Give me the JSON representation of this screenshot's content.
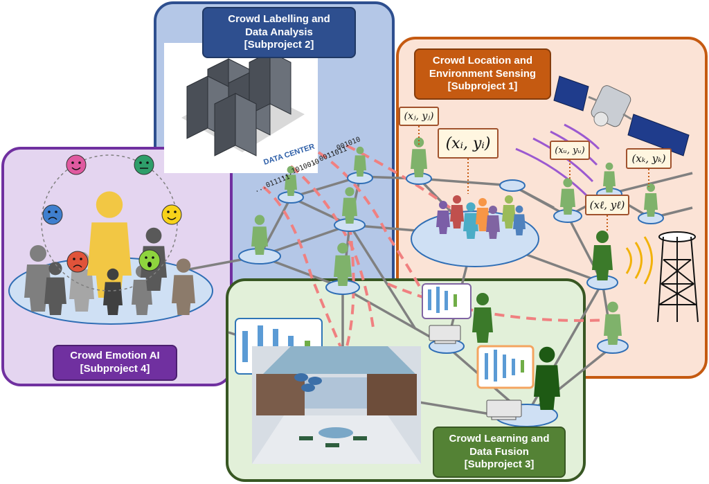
{
  "panels": {
    "subproject2": {
      "title_line1": "Crowd Labelling and",
      "title_line2": "Data Analysis",
      "title_line3": "[Subproject 2]",
      "color": "#2e4f8f",
      "fill": "#b4c7e7"
    },
    "subproject1": {
      "title_line1": "Crowd Location and",
      "title_line2": "Environment Sensing",
      "title_line3": "[Subproject 1]",
      "color": "#c55a11",
      "fill": "#fbe3d6"
    },
    "subproject4": {
      "title_line1": "Crowd Emotion AI",
      "title_line2": "[Subproject 4]",
      "color": "#7030a0",
      "fill": "#e4d5f0"
    },
    "subproject3": {
      "title_line1": "Crowd Learning and",
      "title_line2": "Data Fusion",
      "title_line3": "[Subproject 3]",
      "color": "#385723",
      "fill": "#e2f0d9"
    }
  },
  "datacenter": {
    "label": "DATA CENTER"
  },
  "bitstreams": [
    "...001010",
    "...0011011",
    "...1010010",
    "...011111"
  ],
  "coordinates": {
    "xj": "(xⱼ, yⱼ)",
    "xi": "(xᵢ, yᵢ)",
    "xu": "(xᵤ, yᵤ)",
    "xk": "(xₖ, yₖ)",
    "xl": "(xℓ, yℓ)"
  },
  "icons": [
    "datacenter-icon",
    "satellite-icon",
    "cell-tower-icon",
    "neural-network-icon",
    "shopping-mall-icon",
    "emoji-icons",
    "person-silhouette-icons"
  ]
}
